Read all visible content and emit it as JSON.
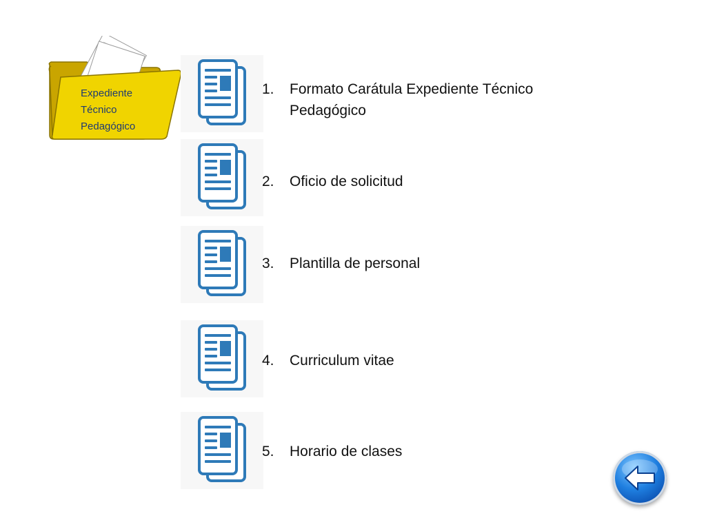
{
  "folder": {
    "label_lines": [
      "Expediente",
      "Técnico",
      "Pedagógico"
    ],
    "icon": "folder-icon",
    "color": "#e8c500"
  },
  "documents": [
    {
      "number": "1.",
      "label": "Formato Carátula Expediente  Técnico Pedagógico",
      "icon": "document-icon"
    },
    {
      "number": "2.",
      "label": "Oficio de solicitud",
      "icon": "document-icon"
    },
    {
      "number": "3.",
      "label": "Plantilla de personal",
      "icon": "document-icon"
    },
    {
      "number": "4.",
      "label": "Curriculum vitae",
      "icon": "document-icon"
    },
    {
      "number": "5.",
      "label": "Horario de clases",
      "icon": "document-icon"
    }
  ],
  "back_button": {
    "icon": "back-arrow-icon",
    "color": "#1f7fe0"
  },
  "colors": {
    "icon_blue": "#2e7ab8",
    "text": "#111111",
    "folder_label": "#1f3b73"
  }
}
